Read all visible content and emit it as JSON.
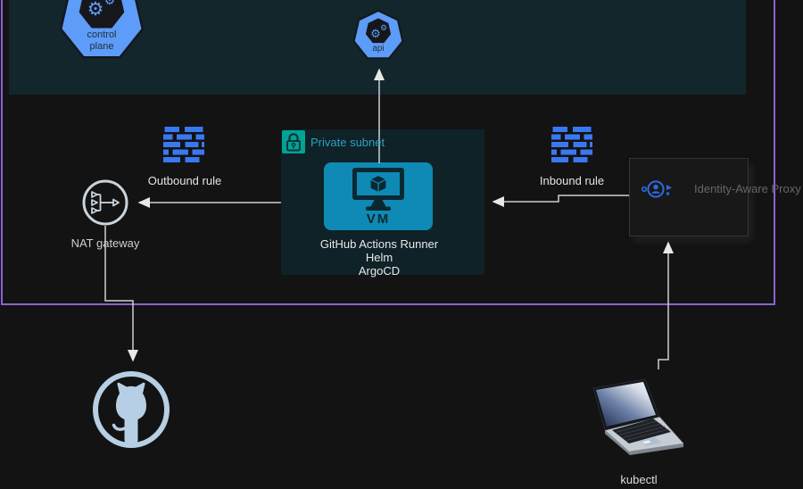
{
  "nodes": {
    "control_plane": {
      "label": "control\nplane"
    },
    "api": {
      "label": "api"
    },
    "private_subnet": {
      "label": "Private subnet"
    },
    "vm": {
      "label": "VM",
      "stack": "GitHub Actions Runner\nHelm\nArgoCD"
    },
    "outbound_rule": {
      "label": "Outbound rule"
    },
    "inbound_rule": {
      "label": "Inbound rule"
    },
    "nat_gateway": {
      "label": "NAT gateway"
    },
    "identity_aware_proxy": {
      "label": "Identity-Aware Proxy"
    },
    "kubectl": {
      "label": "kubectl"
    }
  },
  "icons": {
    "control_plane": "kubernetes-heptagon-gears",
    "api": "kubernetes-heptagon-gears",
    "private_subnet": "lock",
    "vm": "monitor-with-cube",
    "outbound_rule": "firewall-bricks",
    "inbound_rule": "firewall-bricks",
    "nat_gateway": "nat-merge-arrows-circle",
    "identity_aware_proxy": "iap-user-circle",
    "github": "octocat-ring",
    "kubectl": "laptop"
  },
  "colors": {
    "canvas_bg": "#131313",
    "cluster_bg": "#12262b",
    "subnet_bg": "#0e2227",
    "vpc_border_purple": "#8a63d2",
    "kubernetes_blue": "#5d9cf8",
    "firewall_blue": "#3a78f0",
    "vm_cyan": "#0f8ab4",
    "vm_dark": "#0b2831",
    "lock_teal": "#00a396",
    "subnet_label_teal": "#2e9fc2",
    "nat_icon_gray": "#c9d4dc",
    "github_gray": "#b6cfe4",
    "iap_icon_blue": "#2d6ae3",
    "iap_label_gray": "#666666",
    "arrow_gray": "#cfcfcf",
    "text_white": "#e4e4e4"
  }
}
